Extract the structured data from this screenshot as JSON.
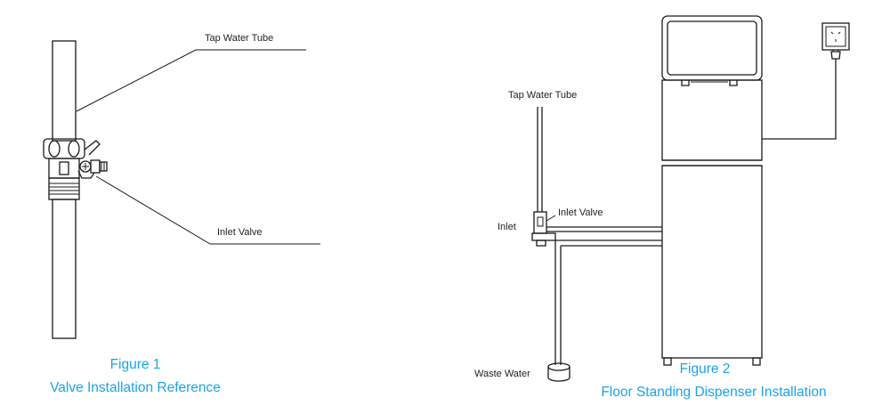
{
  "colors": {
    "caption": "#1aa3e8",
    "line": "#1a1a1a",
    "text": "#222222"
  },
  "figure1": {
    "caption_number": "Figure 1",
    "caption_title": "Valve Installation Reference",
    "labels": {
      "tap_water_tube": "Tap Water Tube",
      "inlet_valve": "Inlet Valve"
    }
  },
  "figure2": {
    "caption_number": "Figure 2",
    "caption_title": "Floor Standing Dispenser Installation",
    "labels": {
      "tap_water_tube": "Tap Water Tube",
      "inlet_valve": "Inlet Valve",
      "inlet": "Inlet",
      "waste_water": "Waste Water"
    }
  }
}
